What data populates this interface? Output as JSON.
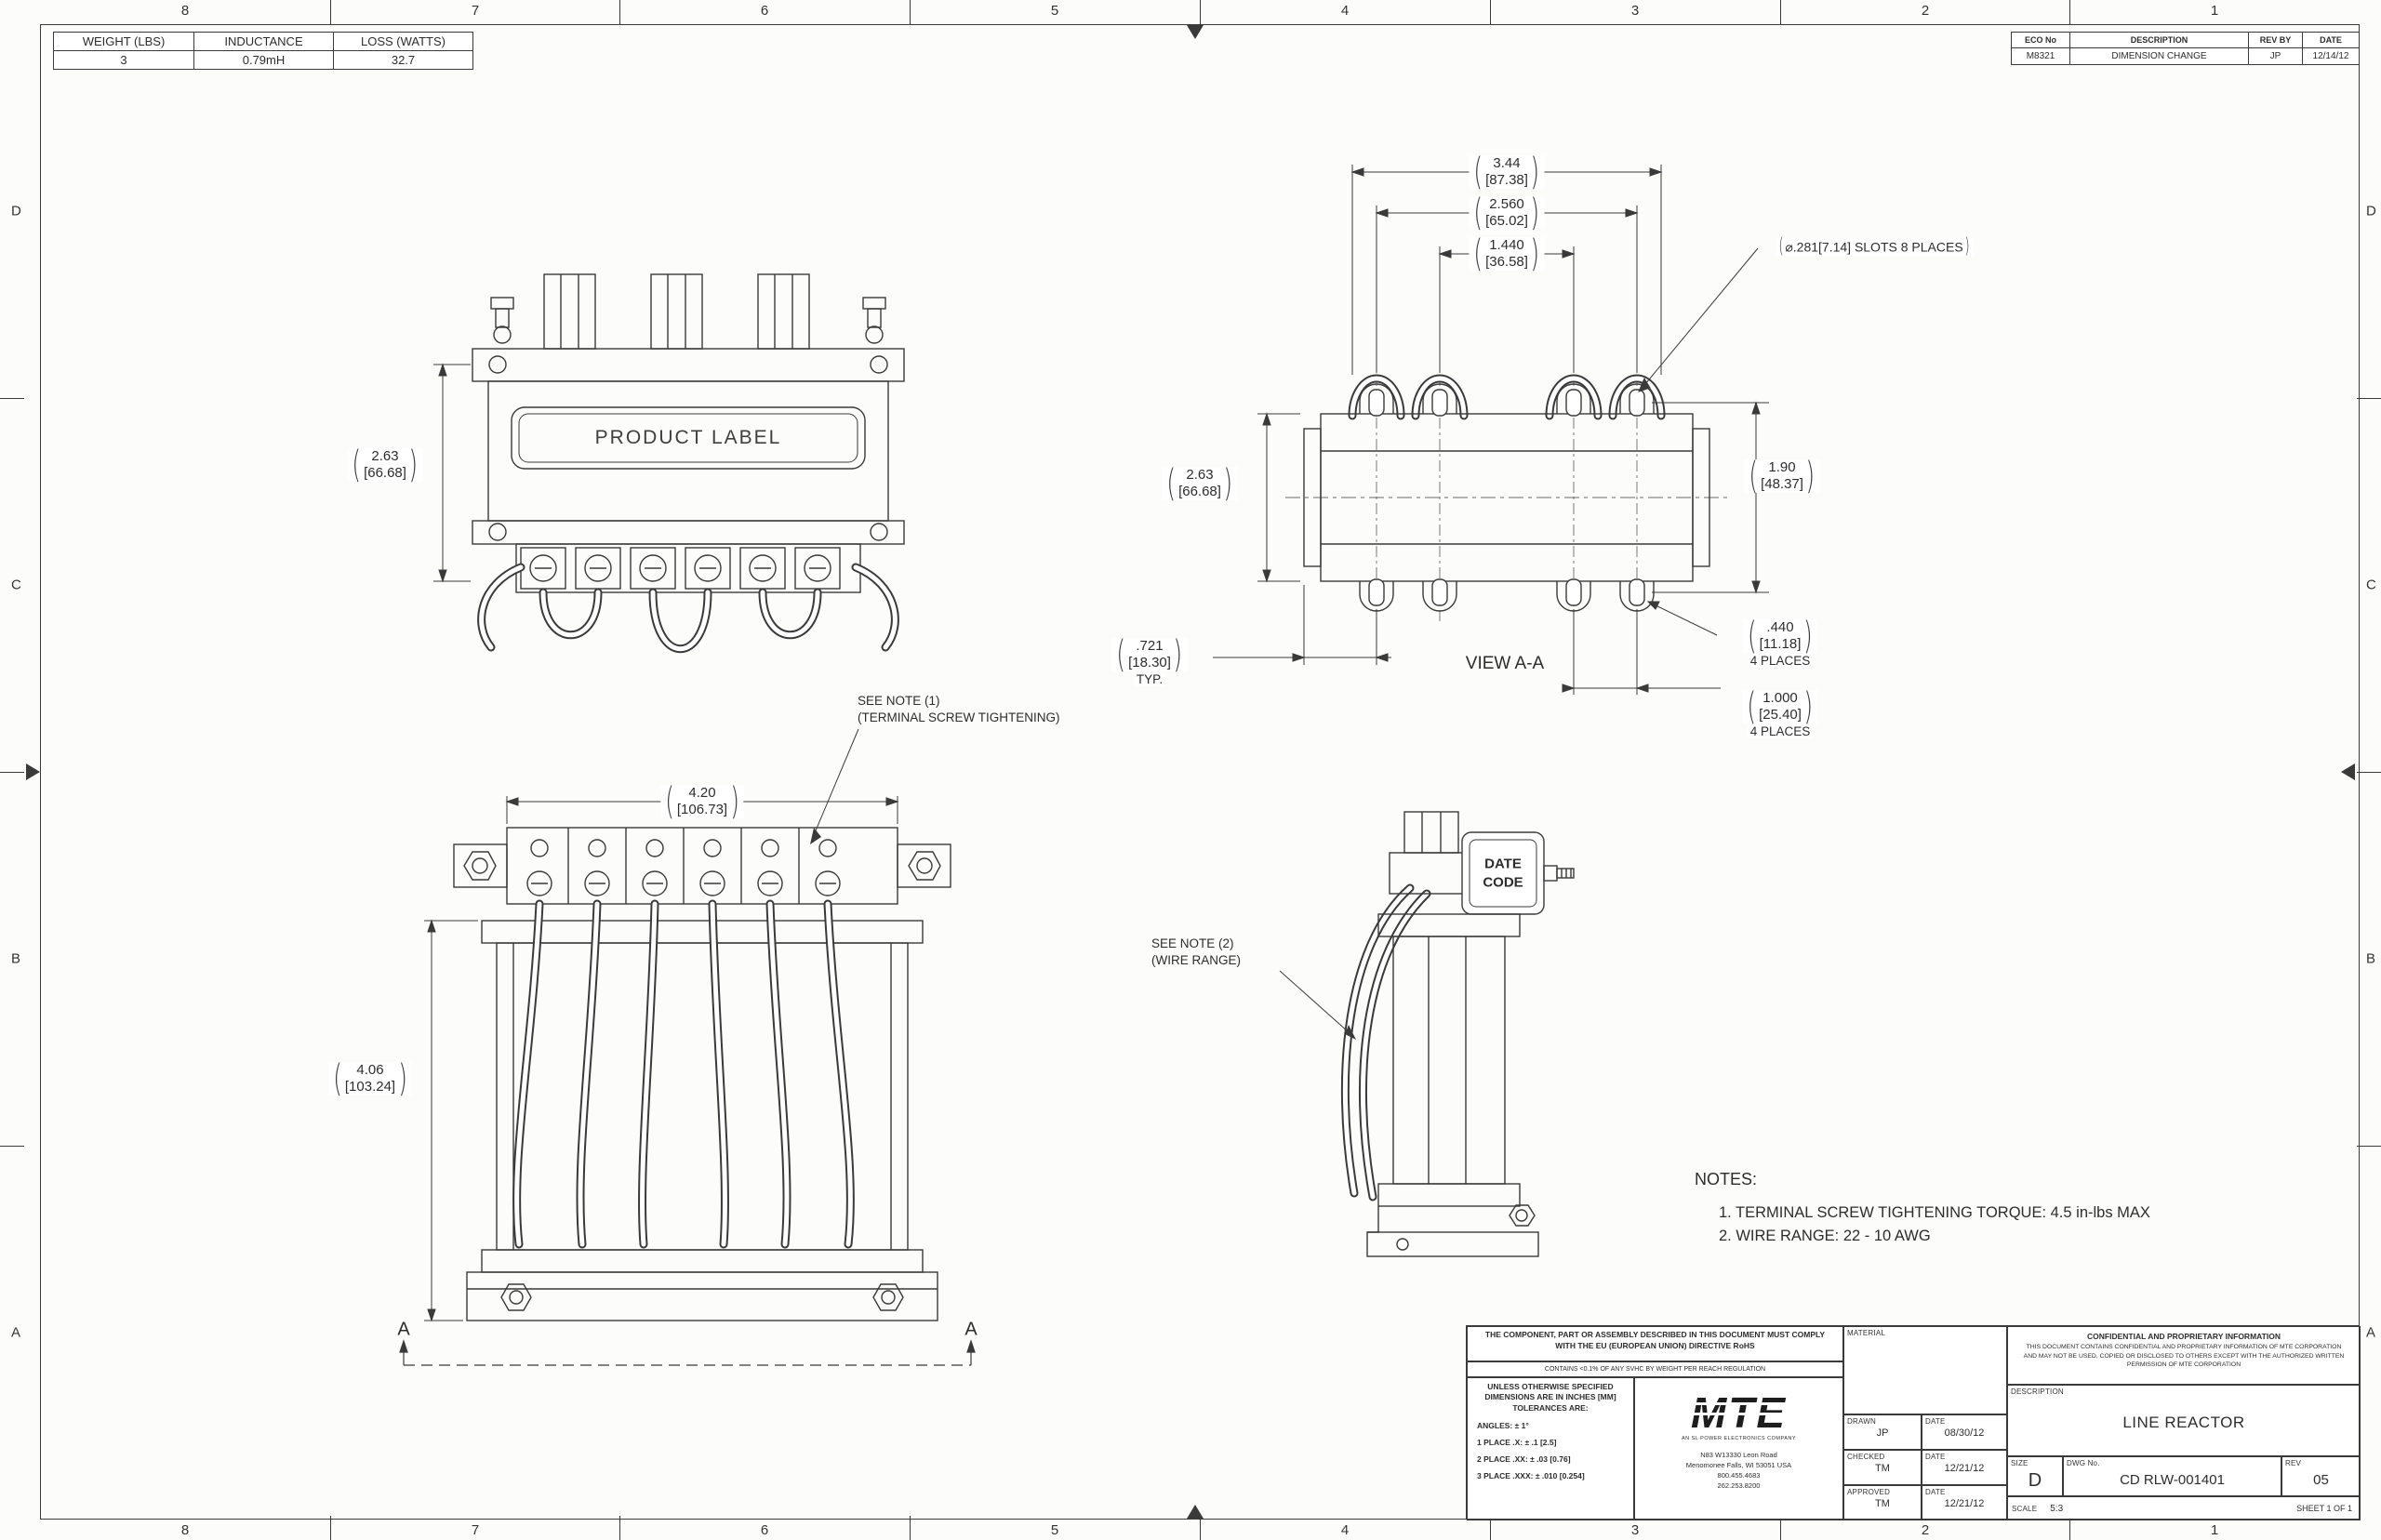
{
  "punct": {
    "open": "(",
    "close": ")"
  },
  "zones": {
    "cols": [
      "8",
      "7",
      "6",
      "5",
      "4",
      "3",
      "2",
      "1"
    ],
    "rows": [
      "D",
      "C",
      "B",
      "A"
    ]
  },
  "spec_table": {
    "headers": [
      "WEIGHT (LBS)",
      "INDUCTANCE",
      "LOSS (WATTS)"
    ],
    "values": [
      "3",
      "0.79mH",
      "32.7"
    ]
  },
  "eco_table": {
    "headers": [
      "ECO No",
      "DESCRIPTION",
      "REV BY",
      "DATE"
    ],
    "row": [
      "M8321",
      "DIMENSION CHANGE",
      "JP",
      "12/14/12"
    ]
  },
  "views": {
    "front": {
      "product_label": "PRODUCT LABEL"
    },
    "view_aa": {
      "caption": "VIEW A-A"
    },
    "side": {
      "date_code": [
        "DATE",
        "CODE"
      ]
    },
    "section": {
      "left": "A",
      "right": "A"
    }
  },
  "dims": {
    "w344": {
      "in": "3.44",
      "mm": "[87.38]"
    },
    "w2560": {
      "in": "2.560",
      "mm": "[65.02]"
    },
    "w1440": {
      "in": "1.440",
      "mm": "[36.58]"
    },
    "slots": "⌀.281[7.14] SLOTS 8 PLACES",
    "h263_front": {
      "in": "2.63",
      "mm": "[66.68]"
    },
    "h263_aa": {
      "in": "2.63",
      "mm": "[66.68]"
    },
    "h190": {
      "in": "1.90",
      "mm": "[48.37]"
    },
    "d721": {
      "in": ".721",
      "mm": "[18.30]",
      "suffix": "TYP."
    },
    "d440": {
      "in": ".440",
      "mm": "[11.18]",
      "suffix": "4 PLACES"
    },
    "d1000": {
      "in": "1.000",
      "mm": "[25.40]",
      "suffix": "4 PLACES"
    },
    "w420": {
      "in": "4.20",
      "mm": "[106.73]"
    },
    "h406": {
      "in": "4.06",
      "mm": "[103.24]"
    }
  },
  "callouts": {
    "note1": [
      "SEE NOTE (1)",
      "(TERMINAL SCREW TIGHTENING)"
    ],
    "note2": [
      "SEE NOTE (2)",
      "(WIRE RANGE)"
    ]
  },
  "notes": {
    "title": "NOTES:",
    "items": [
      "1.  TERMINAL SCREW TIGHTENING TORQUE: 4.5 in-lbs MAX",
      "2.  WIRE RANGE: 22 - 10 AWG"
    ]
  },
  "title_block": {
    "rohs": "THE COMPONENT, PART OR ASSEMBLY DESCRIBED IN THIS DOCUMENT MUST COMPLY WITH THE EU (EUROPEAN UNION) DIRECTIVE RoHS",
    "reach": "CONTAINS <0.1% OF ANY SVHC BY WEIGHT PER REACH REGULATION",
    "tol_header": "UNLESS OTHERWISE SPECIFIED DIMENSIONS ARE IN INCHES [MM] TOLERANCES ARE:",
    "tol_lines": [
      "ANGLES: ± 1°",
      "1 PLACE .X: ± .1 [2.5]",
      "2 PLACE .XX: ± .03 [0.76]",
      "3 PLACE .XXX: ± .010 [0.254]"
    ],
    "logo": "MTE",
    "tagline": "AN SL POWER ELECTRONICS COMPANY",
    "address": [
      "N83 W13330 Leon Road",
      "Menomonee Falls, WI 53051 USA",
      "800.455.4683",
      "262.253.8200"
    ],
    "material_label": "MATERIAL",
    "sign_rows": [
      {
        "label": "DRAWN",
        "value": "JP",
        "date_label": "DATE",
        "date": "08/30/12"
      },
      {
        "label": "CHECKED",
        "value": "TM",
        "date_label": "DATE",
        "date": "12/21/12"
      },
      {
        "label": "APPROVED",
        "value": "TM",
        "date_label": "DATE",
        "date": "12/21/12"
      }
    ],
    "conf_title": "CONFIDENTIAL AND PROPRIETARY INFORMATION",
    "conf_body": "THIS DOCUMENT CONTAINS CONFIDENTIAL AND PROPRIETARY INFORMATION OF MTE CORPORATION AND MAY NOT BE USED, COPIED OR DISCLOSED TO OTHERS EXCEPT WITH THE AUTHORIZED WRITTEN PERMISSION OF MTE CORPORATION",
    "description_label": "DESCRIPTION",
    "description": "LINE REACTOR",
    "size_label": "SIZE",
    "size": "D",
    "dwg_label": "DWG No.",
    "dwg": "CD RLW-001401",
    "rev_label": "REV",
    "rev": "05",
    "scale_label": "SCALE",
    "scale": "5:3",
    "sheet": "SHEET 1  OF 1"
  }
}
